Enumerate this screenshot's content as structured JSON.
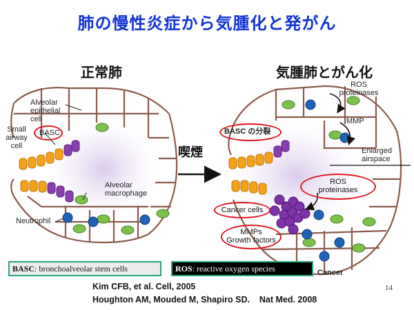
{
  "title": "肺の慢性炎症から気腫化と発がん",
  "left_heading": "正常肺",
  "right_heading": "気腫肺とがん化",
  "arrow_label": "喫煙",
  "left_labels": {
    "alveolar_epithelial": "Alveolar\nepithelial\ncell",
    "small_airway": "Small\nairway\ncell",
    "basc": "BASC",
    "alveolar_macrophage": "Alveolar\nmacrophage",
    "neutrophil": "Neutrophil"
  },
  "right_labels": {
    "ros_top": "ROS\nproteinases",
    "mmp": "MMP",
    "basc_division": "BASC の分裂",
    "enlarged_airspace": "Enlarged\nairspace",
    "ros_mid": "ROS\nproteinases",
    "cancer_cells": "Cancer cells",
    "mmps": "MMPs\nGrowth factors",
    "cancer": "Cancer"
  },
  "legend": {
    "basc_term": "BASC",
    "basc_def": ": bronchoalveolar stem cells",
    "ros_term": "ROS",
    "ros_def": ": reactive oxygen species"
  },
  "references": [
    "Kim CFB, et al. Cell, 2005",
    "Houghton AM, Mouded M, Shapiro SD.    Nat Med. 2008"
  ],
  "page_number": "14",
  "colors": {
    "title": "#1233d6",
    "highlight": "#e0141e",
    "legend_border": "#2aa57a",
    "cell_orange": "#f4a21c",
    "cell_purple": "#8a3fb0",
    "cell_green": "#7cc24a",
    "cell_blue": "#1f63b8",
    "wall": "#8a5a4a"
  }
}
